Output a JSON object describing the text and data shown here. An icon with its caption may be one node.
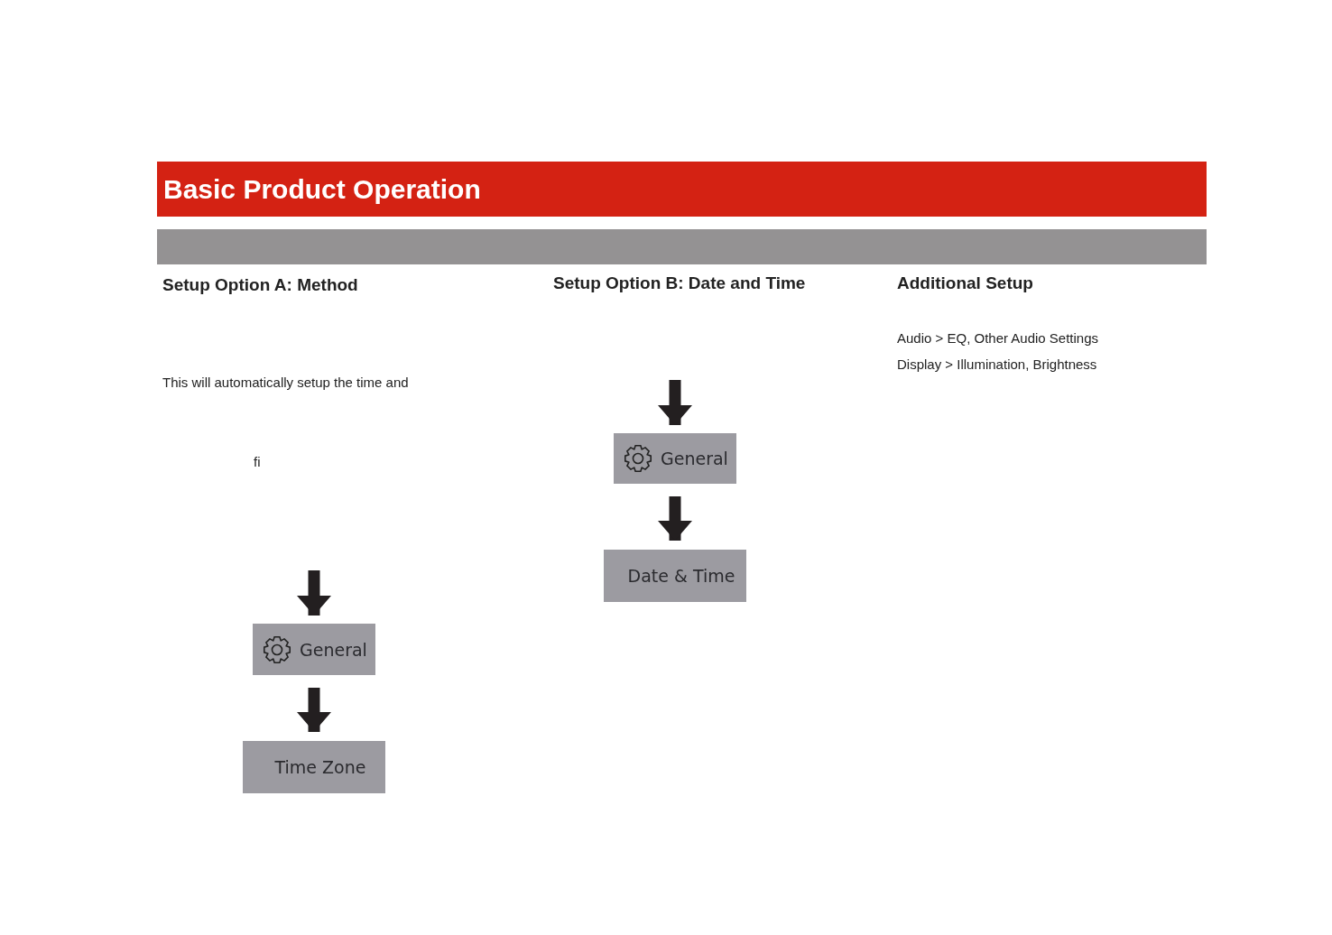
{
  "diagram": {
    "title": "Basic Product Operation",
    "nodes": [
      {
        "text": [],
        "shape": "bar"
      },
      {
        "text": [
          "General"
        ]
      },
      {
        "text": [
          "Time Zone"
        ]
      },
      {
        "text": [
          "General"
        ]
      },
      {
        "text": [
          "Date & Time"
        ]
      }
    ],
    "edges": [
      {
        "from": null,
        "to": 1,
        "arrow": "to"
      },
      {
        "from": 1,
        "to": 2,
        "arrow": "to"
      },
      {
        "from": null,
        "to": 3,
        "arrow": "to"
      },
      {
        "from": 3,
        "to": 4,
        "arrow": "to"
      }
    ],
    "labels": [
      "Setup Option A: Method",
      "This will automatically setup the time and",
      "fi",
      "Setup Option B: Date and Time",
      "Additional Setup",
      "Audio > EQ, Other Audio Settings",
      "Display > Illumination, Brightness"
    ]
  }
}
